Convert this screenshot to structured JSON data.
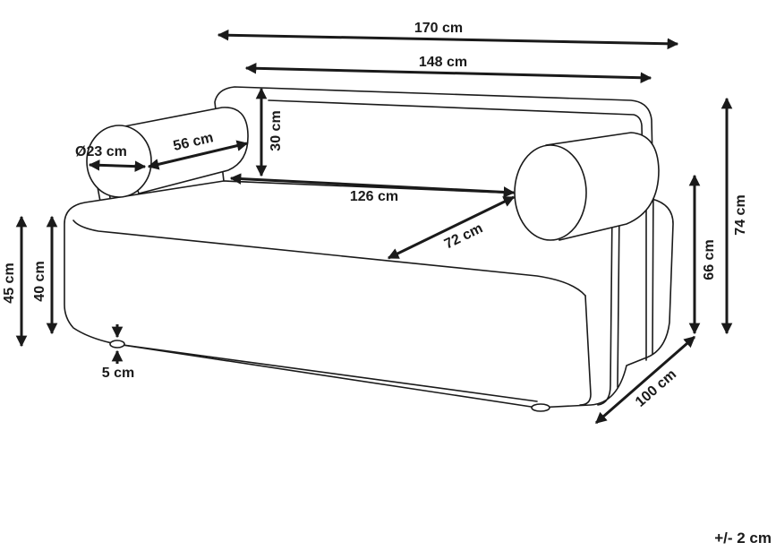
{
  "dimensions": {
    "total_width": "170 cm",
    "seat_width": "148 cm",
    "back_height": "30 cm",
    "bolster_diameter": "Ø23 cm",
    "bolster_length": "56 cm",
    "inner_width": "126 cm",
    "seat_depth": "72 cm",
    "total_height": "74 cm",
    "arm_height": "66 cm",
    "seat_height": "45 cm",
    "cushion_height": "40 cm",
    "leg_height": "5 cm",
    "total_depth": "100 cm"
  },
  "tolerance": "+/- 2 cm",
  "colors": {
    "line": "#1a1a1a",
    "background": "#ffffff"
  }
}
